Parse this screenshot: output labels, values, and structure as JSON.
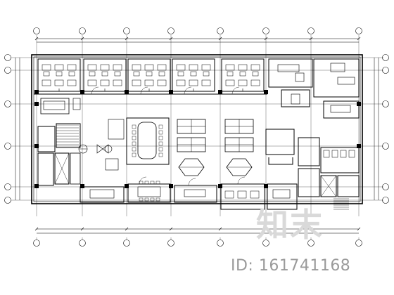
{
  "watermark": {
    "logo_text": "知末",
    "id_text": "ID: 161741168"
  },
  "drawing": {
    "column_count": 8,
    "row_count": 6,
    "line_color": "#000000"
  }
}
